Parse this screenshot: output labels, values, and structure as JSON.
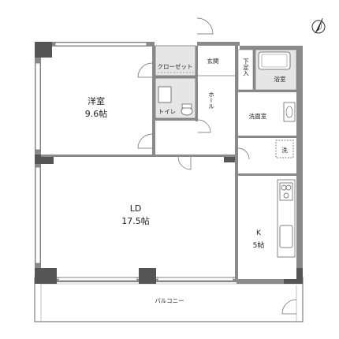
{
  "rooms": {
    "western": {
      "name": "洋室",
      "size": "9.6帖"
    },
    "closet": {
      "name": "クローゼット"
    },
    "genkan": {
      "name": "玄関"
    },
    "shoe_cabinet": {
      "name": "下足入"
    },
    "bath": {
      "name": "浴室"
    },
    "hall": {
      "name": "ホール"
    },
    "toilet": {
      "name": "トイレ"
    },
    "washroom": {
      "name": "洗面室"
    },
    "washer": {
      "name": "洗"
    },
    "ld": {
      "name": "LD",
      "size": "17.5帖"
    },
    "kitchen": {
      "name": "K",
      "size": "5帖"
    },
    "balcony": {
      "name": "バルコニー"
    }
  },
  "colors": {
    "wall": "#8a8a8a",
    "pillar": "#555555",
    "gray_fill": "#e6e6e6",
    "line": "#444444",
    "white": "#ffffff"
  },
  "icons": {
    "north": "north-arrow-icon"
  }
}
